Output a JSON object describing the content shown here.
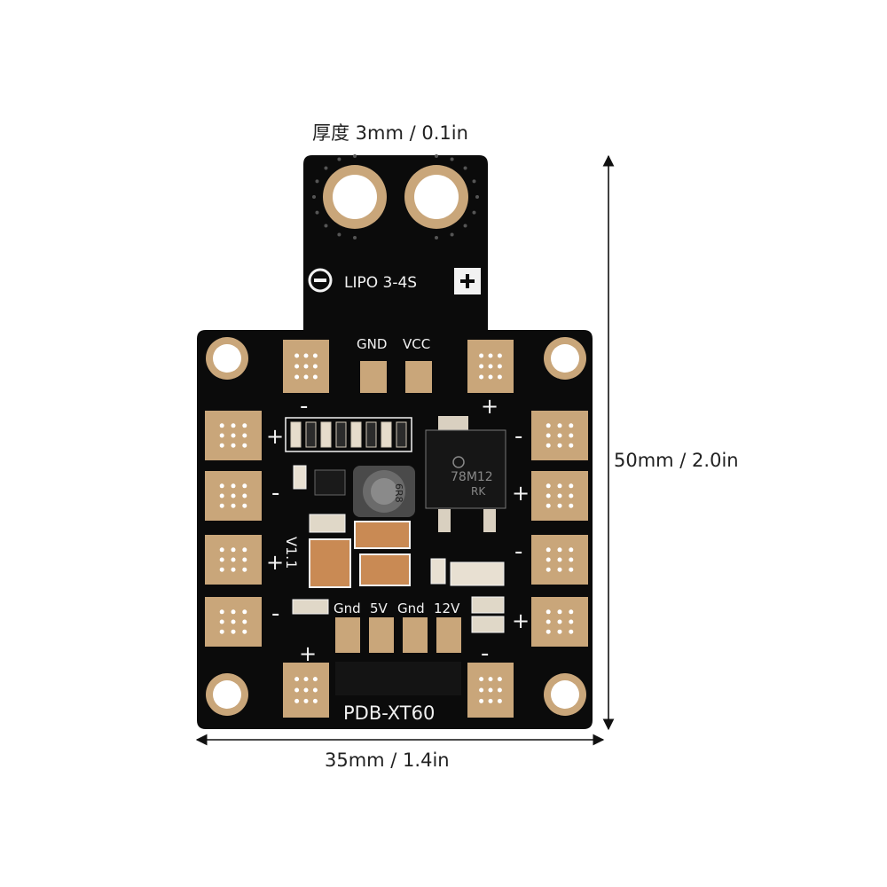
{
  "dimensions": {
    "thickness": "厚度 3mm / 0.1in",
    "height": "50mm / 2.0in",
    "width": "35mm / 1.4in"
  },
  "board": {
    "name": "PDB-XT60",
    "battery_label": "LIPO 3-4S",
    "version": "V1.1",
    "top_pad_labels": [
      "GND",
      "VCC"
    ],
    "bottom_pad_labels": [
      "Gnd",
      "5V",
      "Gnd",
      "12V"
    ],
    "regulator_marking": [
      "78M12",
      "RK"
    ],
    "inductor_marking": "6R8",
    "minus_sign": "-",
    "plus_sign": "+"
  },
  "colors": {
    "pcb": "#0b0b0b",
    "copper_pad": "#c9a67a",
    "silkscreen": "#f2f2f2",
    "dimension_line": "#111111"
  }
}
